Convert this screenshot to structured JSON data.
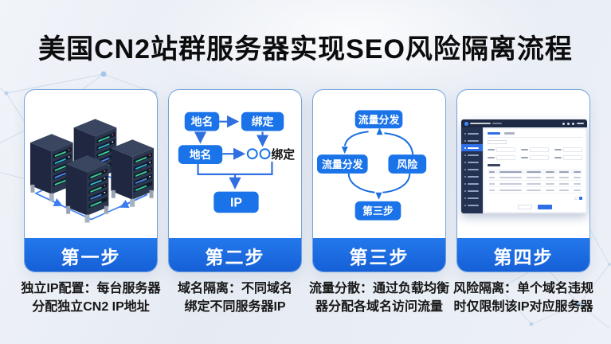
{
  "title": "美国CN2站群服务器实现SEO风险隔离流程",
  "colors": {
    "banner_blue": "#1b6ce0",
    "node_blue": "#1a73e8",
    "line_blue": "#2f6fe0",
    "card_border": "#71a3dc",
    "rack_body": "#2b374f",
    "background": "#e9eef5"
  },
  "steps": [
    {
      "banner": "第一步",
      "caption": [
        "独立IP配置：每台服务器",
        "分配独立CN2 IP地址"
      ]
    },
    {
      "banner": "第二步",
      "caption": [
        "域名隔离：不同域名",
        "绑定不同服务器IP"
      ]
    },
    {
      "banner": "第三步",
      "caption": [
        "流量分散：通过负载均衡",
        "器分配各域名访问流量"
      ]
    },
    {
      "banner": "第四步",
      "caption": [
        "风险隔离：单个域名违规",
        "时仅限制该IP对应服务器"
      ]
    }
  ],
  "diagram_step2": {
    "node_a": "地名",
    "node_b": "绑定",
    "node_c": "地名",
    "bind_text": "绑定",
    "node_ip": "IP"
  },
  "diagram_step3": {
    "top": "流量分发",
    "left": "流量分发",
    "right": "风险",
    "bottom": "第三步"
  }
}
